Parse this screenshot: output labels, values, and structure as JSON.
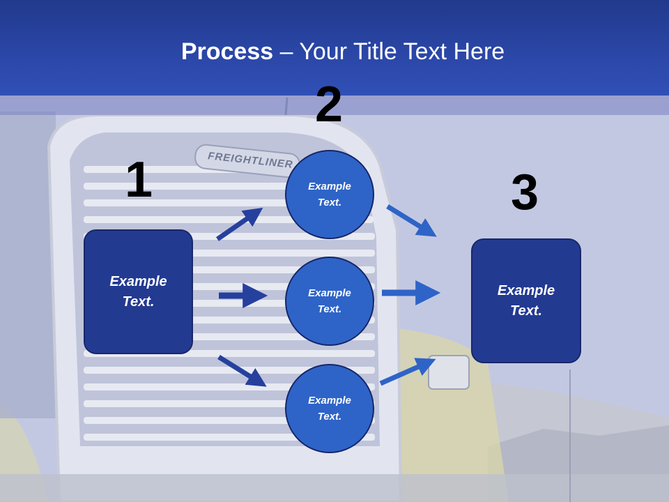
{
  "slide": {
    "title_bold": "Process",
    "title_rest": " – Your Title Text Here",
    "steps": [
      "1",
      "2",
      "3"
    ],
    "input_box": {
      "line1": "Example",
      "line2": "Text."
    },
    "circles": [
      {
        "line1": "Example",
        "line2": "Text."
      },
      {
        "line1": "Example",
        "line2": "Text."
      },
      {
        "line1": "Example",
        "line2": "Text."
      }
    ],
    "output_box": {
      "line1": "Example",
      "line2": "Text."
    },
    "background_logo_text": "FREIGHTLINER"
  },
  "colors": {
    "header": "#2b47a8",
    "box_fill": "#233a91",
    "circle_fill": "#2e64c7",
    "arrow_dark": "#26409e",
    "arrow_light": "#2e64c7"
  }
}
